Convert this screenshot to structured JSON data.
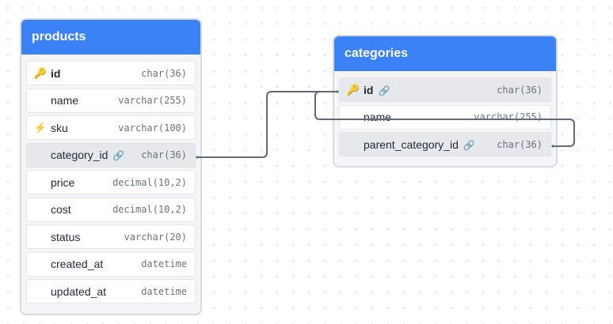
{
  "tables": [
    {
      "title": "products",
      "columns": [
        {
          "name": "id",
          "type": "char(36)",
          "icon": "key-icon",
          "pk": true
        },
        {
          "name": "name",
          "type": "varchar(255)"
        },
        {
          "name": "sku",
          "type": "varchar(100)",
          "icon": "lightning-icon"
        },
        {
          "name": "category_id",
          "type": "char(36)",
          "link": true,
          "selected": true
        },
        {
          "name": "price",
          "type": "decimal(10,2)"
        },
        {
          "name": "cost",
          "type": "decimal(10,2)"
        },
        {
          "name": "status",
          "type": "varchar(20)"
        },
        {
          "name": "created_at",
          "type": "datetime"
        },
        {
          "name": "updated_at",
          "type": "datetime"
        }
      ]
    },
    {
      "title": "categories",
      "columns": [
        {
          "name": "id",
          "type": "char(36)",
          "icon": "key-icon",
          "pk": true,
          "link": true,
          "selected": true
        },
        {
          "name": "name",
          "type": "varchar(255)"
        },
        {
          "name": "parent_category_id",
          "type": "char(36)",
          "link": true,
          "selected": true
        }
      ]
    }
  ],
  "relationships": [
    {
      "from": "products.category_id",
      "to": "categories.id"
    },
    {
      "from": "categories.parent_category_id",
      "to": "categories.id"
    }
  ],
  "colors": {
    "header": "#3b82f6",
    "connector": "#5f6b7a"
  }
}
